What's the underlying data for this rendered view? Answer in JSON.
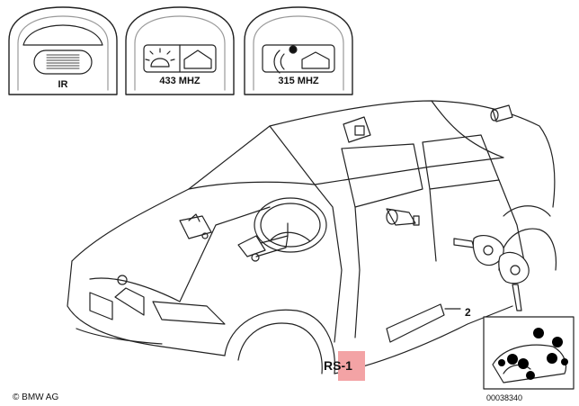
{
  "keys": [
    {
      "label": "IR"
    },
    {
      "label": "433 MHZ"
    },
    {
      "label": "315 MHZ"
    }
  ],
  "callouts": {
    "part_2": "2"
  },
  "badge": {
    "label": "RS-1",
    "color": "#f3a3a5"
  },
  "footer": {
    "copyright": "© BMW AG",
    "drawing_number": "00038340"
  }
}
